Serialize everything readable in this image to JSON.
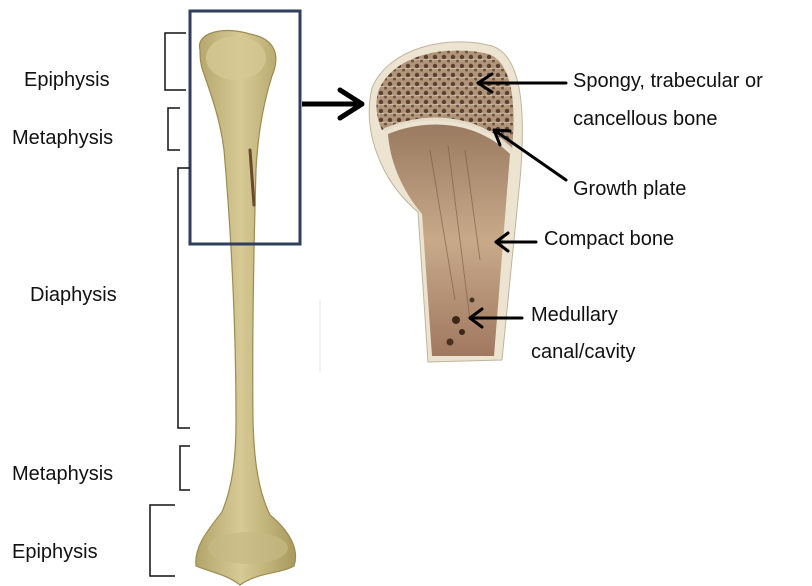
{
  "left_labels": {
    "epiphysis_top": "Epiphysis",
    "metaphysis_top": "Metaphysis",
    "diaphysis": "Diaphysis",
    "metaphysis_bottom": "Metaphysis",
    "epiphysis_bottom": "Epiphysis"
  },
  "right_labels": {
    "spongy_line1": "Spongy, trabecular or",
    "spongy_line2": "cancellous bone",
    "growth_plate": "Growth plate",
    "compact_bone": "Compact bone",
    "medullary_line1": "Medullary",
    "medullary_line2": "canal/cavity"
  },
  "colors": {
    "bone": "#cfc28a",
    "bone_shadow": "#a89a5e",
    "highlight_box": "#2e3e5c",
    "spongy": "#8a6a50",
    "compact_cortex": "#ece4d0",
    "marrow": "#c9a98a",
    "arrow": "#000000"
  }
}
